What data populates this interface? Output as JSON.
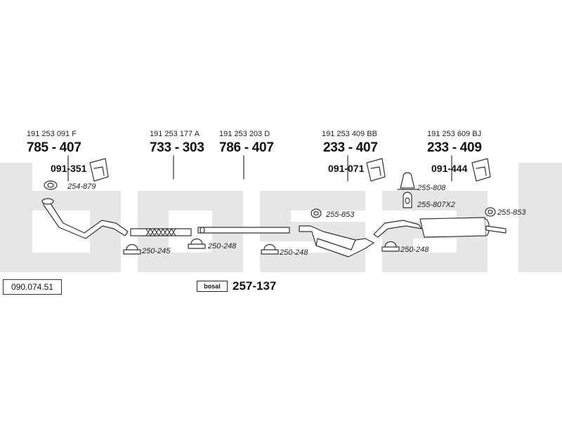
{
  "diagram": {
    "code": "090.074.51",
    "background_text": "bosal",
    "background_color": "#e6e6e6",
    "line_color": "#333333",
    "fill_color": "#ffffff",
    "parts": [
      {
        "oem": "191 253 091 F",
        "number": "785 - 407"
      },
      {
        "oem": "191 253 177 A",
        "number": "733 - 303"
      },
      {
        "oem": "191 253 203 D",
        "number": "786 - 407"
      },
      {
        "oem": "191 253 409 BB",
        "number": "233 - 407"
      },
      {
        "oem": "191 253 609 BJ",
        "number": "233 - 409"
      }
    ],
    "mountings": [
      "091-351",
      "091-071",
      "091-444"
    ],
    "accessories": [
      "254-879",
      "250-245",
      "250-248",
      "250-248",
      "255-853",
      "250-248",
      "255-808",
      "255-807X2",
      "255-853"
    ],
    "kit": {
      "label": "bosal",
      "number": "257-137"
    }
  }
}
